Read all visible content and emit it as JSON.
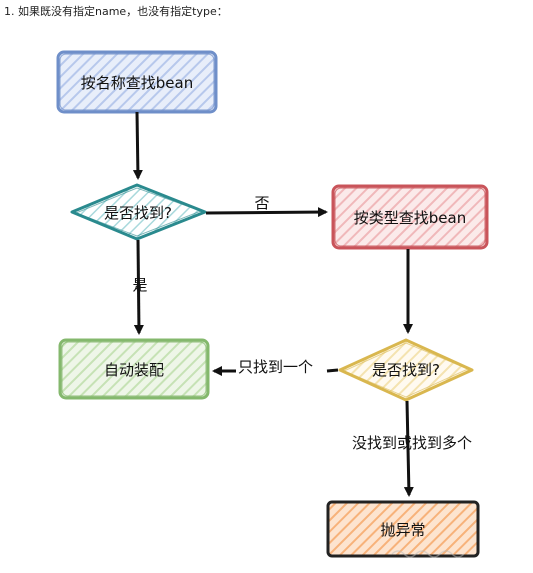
{
  "heading": "1. 如果既没有指定name，也没有指定type：",
  "nodes": {
    "find_by_name": "按名称查找bean",
    "found_1": "是否找到?",
    "find_by_type": "按类型查找bean",
    "autowire": "自动装配",
    "found_2": "是否找到?",
    "throw": "抛异常"
  },
  "edges": {
    "no": "否",
    "yes": "是",
    "found_one": "只找到一个",
    "none_or_multiple": "没找到或找到多个"
  },
  "colors": {
    "blue": "#6f8fc9",
    "teal": "#2a8a8e",
    "red": "#c9545a",
    "green": "#84b86d",
    "yellow": "#d9b74f",
    "orange": "#f08a3c",
    "dark": "#222222"
  }
}
